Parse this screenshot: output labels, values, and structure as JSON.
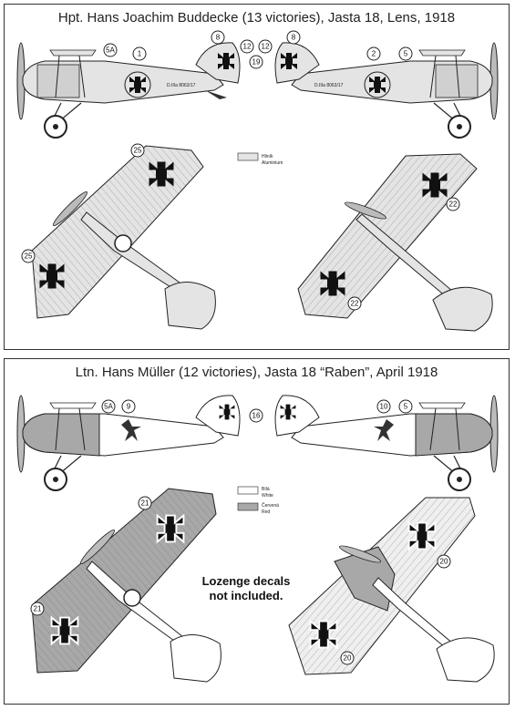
{
  "panels": [
    {
      "title": "Hpt. Hans Joachim  Buddecke (13 victories), Jasta 18, Lens, 1918",
      "serial_left": "D.IIIa 8063/17",
      "serial_right": "D.IIIa 8063/17",
      "legend": [
        {
          "label": "Hliník",
          "sublabel": "Aluminium",
          "color": "#e4e4e4"
        }
      ],
      "callouts_side_left": [
        "5A",
        "1",
        "8",
        "12",
        "19"
      ],
      "callouts_side_right": [
        "12",
        "8",
        "2",
        "5"
      ],
      "callouts_top": [
        "25",
        "25",
        "22",
        "22"
      ]
    },
    {
      "title": "Ltn. Hans Müller (12 victories), Jasta 18 “Raben”, April 1918",
      "legend": [
        {
          "label": "Bílá",
          "sublabel": "White",
          "color": "#ffffff"
        },
        {
          "label": "Červená",
          "sublabel": "Red",
          "color": "#a8a8a8"
        }
      ],
      "note_line1": "Lozenge decals",
      "note_line2": "not included.",
      "callouts_side_left": [
        "5A",
        "9"
      ],
      "callouts_side_center": [
        "16"
      ],
      "callouts_side_right": [
        "10",
        "5"
      ],
      "callouts_top": [
        "21",
        "21",
        "20",
        "20"
      ]
    }
  ],
  "colors": {
    "aluminium": "#e4e4e4",
    "red_fuselage": "#a8a8a8",
    "outline": "#222222",
    "cross": "#111111"
  }
}
